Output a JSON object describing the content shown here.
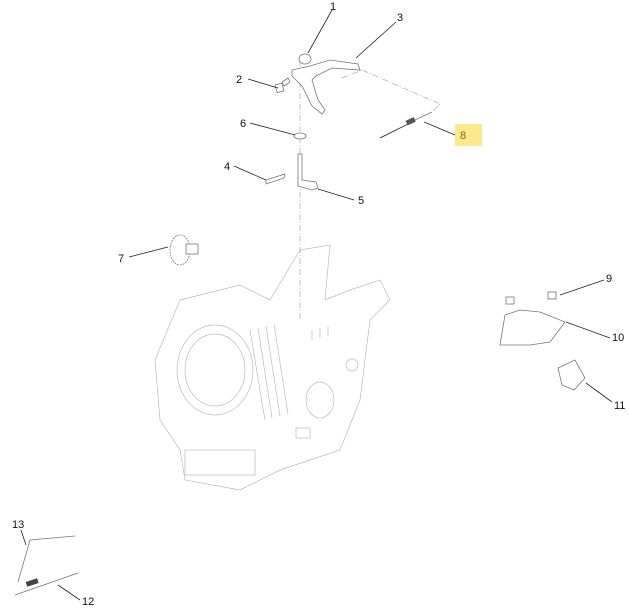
{
  "diagram": {
    "highlight_color": "#fbe98e",
    "callouts": [
      {
        "id": "1",
        "label": "1"
      },
      {
        "id": "2",
        "label": "2"
      },
      {
        "id": "3",
        "label": "3"
      },
      {
        "id": "4",
        "label": "4"
      },
      {
        "id": "5",
        "label": "5"
      },
      {
        "id": "6",
        "label": "6"
      },
      {
        "id": "7",
        "label": "7"
      },
      {
        "id": "8",
        "label": "8",
        "highlighted": true
      },
      {
        "id": "9",
        "label": "9"
      },
      {
        "id": "10",
        "label": "10"
      },
      {
        "id": "11",
        "label": "11"
      },
      {
        "id": "12",
        "label": "12"
      },
      {
        "id": "13",
        "label": "13"
      }
    ]
  }
}
